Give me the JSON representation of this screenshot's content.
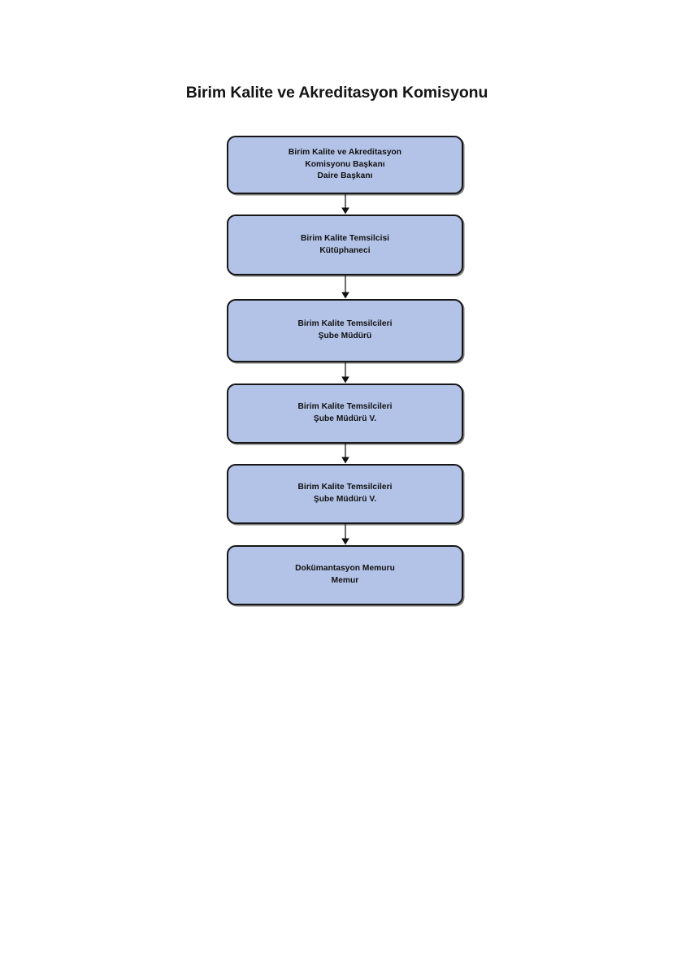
{
  "page": {
    "background_color": "#ffffff",
    "title": "Birim Kalite ve Akreditasyon Komisyonu"
  },
  "theme": {
    "node_fill": "#b3c3e8",
    "node_border": "#161616",
    "text_color": "#101010",
    "title_color": "#141414",
    "connector_color": "#1a1a1a"
  },
  "chart_data": {
    "type": "diagram",
    "subtype": "organizational-flowchart",
    "orientation": "vertical",
    "title": "Birim Kalite ve Akreditasyon Komisyonu",
    "node_count": 6,
    "connector_count": 5,
    "connector_style": "single-headed arrow, downward",
    "nodes": [
      {
        "id": "node-1",
        "lines": [
          "Birim Kalite ve Akreditasyon",
          "Komisyonu Başkanı",
          "Daire Başkanı"
        ],
        "role": "Birim Kalite ve Akreditasyon Komisyonu Başkanı",
        "position": "Daire Başkanı",
        "level": 1
      },
      {
        "id": "node-2",
        "lines": [
          "Birim Kalite Temsilcisi",
          "Kütüphaneci"
        ],
        "role": "Birim Kalite Temsilcisi",
        "position": "Kütüphaneci",
        "level": 2
      },
      {
        "id": "node-3",
        "lines": [
          "Birim Kalite Temsilcileri",
          "Şube Müdürü"
        ],
        "role": "Birim Kalite Temsilcileri",
        "position": "Şube Müdürü",
        "level": 3
      },
      {
        "id": "node-4",
        "lines": [
          "Birim Kalite Temsilcileri",
          "Şube Müdürü V."
        ],
        "role": "Birim Kalite Temsilcileri",
        "position": "Şube Müdürü V.",
        "level": 4
      },
      {
        "id": "node-5",
        "lines": [
          "Birim Kalite Temsilcileri",
          "Şube Müdürü V."
        ],
        "role": "Birim Kalite Temsilcileri",
        "position": "Şube Müdürü V.",
        "level": 5
      },
      {
        "id": "node-6",
        "lines": [
          "Dokümantasyon Memuru",
          "Memur"
        ],
        "role": "Dokümantasyon Memuru",
        "position": "Memur",
        "level": 6
      }
    ],
    "edges": [
      {
        "from": "node-1",
        "to": "node-2"
      },
      {
        "from": "node-2",
        "to": "node-3"
      },
      {
        "from": "node-3",
        "to": "node-4"
      },
      {
        "from": "node-4",
        "to": "node-5"
      },
      {
        "from": "node-5",
        "to": "node-6"
      }
    ]
  }
}
